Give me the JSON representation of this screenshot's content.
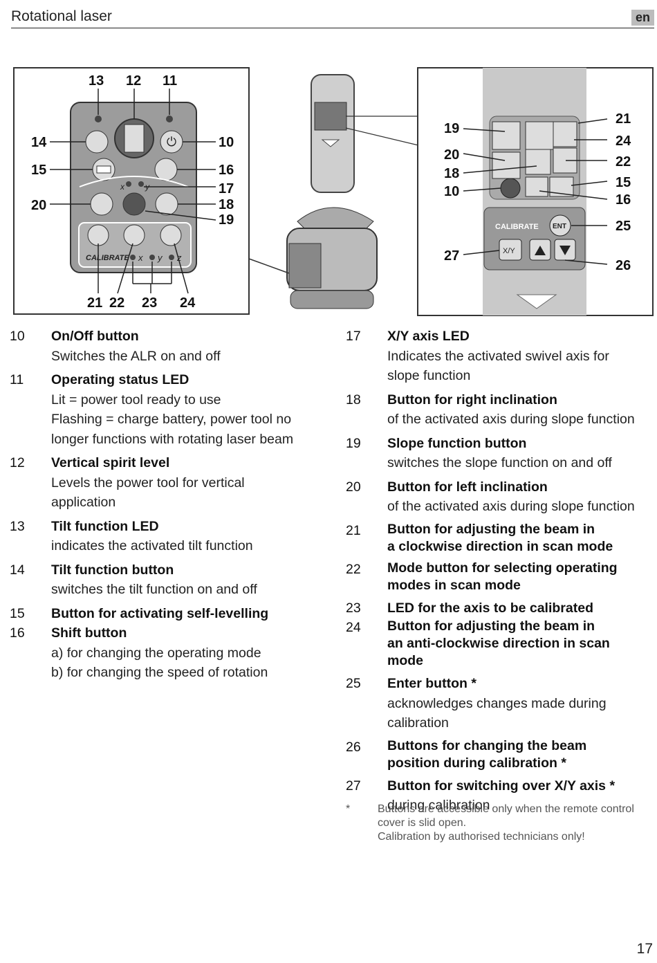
{
  "header": {
    "title": "Rotational laser",
    "lang": "en"
  },
  "figure": {
    "callouts_left": {
      "c13": "13",
      "c12": "12",
      "c11": "11",
      "c14": "14",
      "c10": "10",
      "c15": "15",
      "c16": "16",
      "c17": "17",
      "c20": "20",
      "c18": "18",
      "c19": "19",
      "c21": "21",
      "c22": "22",
      "c23": "23",
      "c24": "24"
    },
    "callouts_right": {
      "c19": "19",
      "c21": "21",
      "c24": "24",
      "c20": "20",
      "c22": "22",
      "c18": "18",
      "c10": "10",
      "c15": "15",
      "c16": "16",
      "c25": "25",
      "c27": "27",
      "c26": "26"
    },
    "panel_labels": {
      "calibrate_left": "CALIBRATE",
      "axis_x": "x",
      "axis_y": "y",
      "axis_z": "z",
      "led_x": "x",
      "led_y": "y",
      "calibrate_right": "CALIBRATE",
      "ent": "ENT",
      "xy": "X/Y"
    }
  },
  "left_items": [
    {
      "num": "10",
      "label": "On/Off button",
      "desc": [
        "Switches the ALR on and off"
      ]
    },
    {
      "num": "11",
      "label": "Operating status LED",
      "desc": [
        "Lit = power tool ready to use",
        "Flashing = charge battery, power tool no",
        "longer functions with rotating laser beam"
      ]
    },
    {
      "num": "12",
      "label": "Vertical spirit level",
      "desc": [
        "Levels the power tool for vertical",
        "application"
      ]
    },
    {
      "num": "13",
      "label": "Tilt function LED",
      "desc": [
        "indicates the activated tilt function"
      ]
    },
    {
      "num": "14",
      "label": "Tilt function button",
      "desc": [
        "switches the tilt function on and off"
      ]
    },
    {
      "num": "15",
      "label": "Button for activating self-levelling",
      "desc": []
    },
    {
      "num": "16",
      "label": "Shift button",
      "desc": [
        "a) for changing the operating mode",
        "b) for changing the speed of rotation"
      ]
    }
  ],
  "right_items": [
    {
      "num": "17",
      "label": "X/Y axis LED",
      "desc": [
        "Indicates the activated swivel axis for",
        "slope function"
      ]
    },
    {
      "num": "18",
      "label": "Button for right inclination",
      "desc": [
        "of the activated axis during slope function"
      ]
    },
    {
      "num": "19",
      "label": "Slope function button",
      "desc": [
        "switches the slope function on and off"
      ]
    },
    {
      "num": "20",
      "label": "Button for left inclination",
      "desc": [
        "of the activated axis during slope function"
      ]
    },
    {
      "num": "21",
      "label": [
        "Button for adjusting the beam in",
        "a clockwise direction in scan mode"
      ],
      "desc": []
    },
    {
      "num": "22",
      "label": [
        "Mode button for selecting operating",
        "modes in scan mode"
      ],
      "desc": []
    },
    {
      "num": "23",
      "label": "LED for the axis to be calibrated",
      "desc": []
    },
    {
      "num": "24",
      "label": [
        "Button for adjusting the beam in",
        "an anti-clockwise direction in scan",
        "mode"
      ],
      "desc": []
    },
    {
      "num": "25",
      "label": "Enter button *",
      "desc": [
        "acknowledges changes made during",
        "calibration"
      ]
    },
    {
      "num": "26",
      "label": [
        "Buttons for changing the beam",
        "position during calibration *"
      ],
      "desc": []
    },
    {
      "num": "27",
      "label": "Button for switching over X/Y axis *",
      "desc": [
        "during calibration"
      ]
    }
  ],
  "footnote": {
    "star": "*",
    "lines": [
      "Buttons are accessible only when the remote control",
      "cover is slid open.",
      "Calibration by authorised technicians only!"
    ]
  },
  "page_number": "17"
}
